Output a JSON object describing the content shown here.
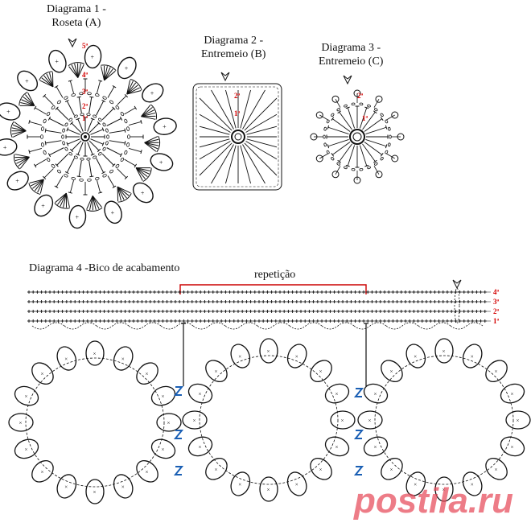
{
  "diagrams": [
    {
      "line1": "Diagrama 1 -",
      "line2": "Roseta (A)"
    },
    {
      "line1": "Diagrama 2 -",
      "line2": "Entremeio (B)"
    },
    {
      "line1": "Diagrama 3 -",
      "line2": "Entremeio (C)"
    }
  ],
  "diagram4": {
    "title": "Diagrama 4 -Bico de acabamento",
    "repeat_label": "repetição",
    "row_labels": [
      "4ª",
      "3ª",
      "2ª",
      "1ª"
    ]
  },
  "roseta_rows": [
    "5ª",
    "4ª",
    "3ª",
    "2ª",
    "1ª"
  ],
  "entremeio_b_rows": [
    "2ª",
    "1ª"
  ],
  "entremeio_c_rows": [
    "2ª",
    "1ª"
  ],
  "watermark": "postila.ru",
  "colors": {
    "ink": "#111111",
    "row_number": "#d40000",
    "repeat_bracket": "#cc0000",
    "marker_blue": "#1a5fb4",
    "watermark": "#e74a5a"
  }
}
